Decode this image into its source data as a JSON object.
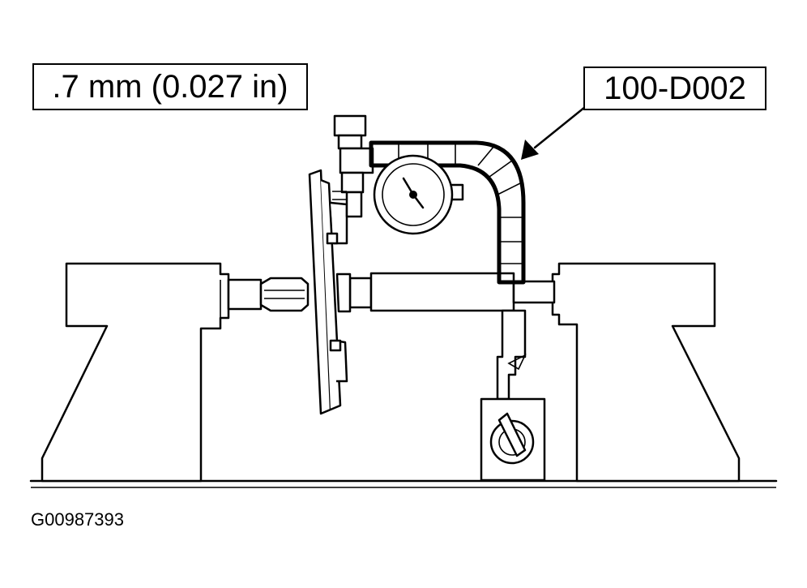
{
  "labels": {
    "specification": ".7 mm (0.027 in)",
    "tool_number": "100-D002",
    "figure_id": "G00987393"
  },
  "components": {
    "left_support": "lathe-headstock-support",
    "right_support": "lathe-tailstock-support",
    "disc": "brake-rotor",
    "gauge": "dial-indicator",
    "arm": "indicator-holding-arm",
    "base": "magnetic-base"
  }
}
